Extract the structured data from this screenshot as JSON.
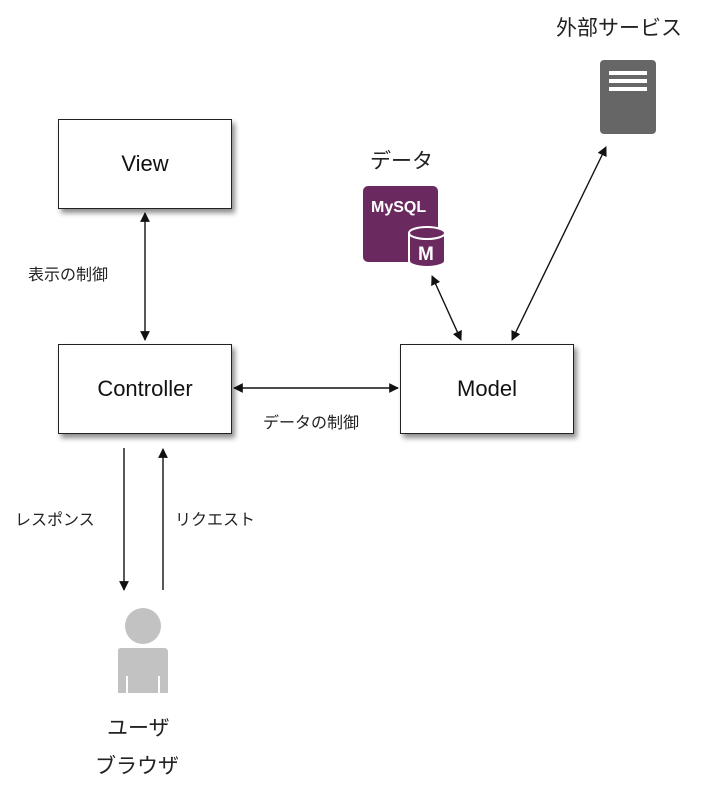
{
  "diagram": {
    "nodes": {
      "view": {
        "label": "View"
      },
      "controller": {
        "label": "Controller"
      },
      "model": {
        "label": "Model"
      },
      "database": {
        "label": "データ",
        "icon": "mysql-database-icon",
        "icon_text": "MySQL",
        "icon_badge": "M",
        "icon_color": "#6b2a5f"
      },
      "external_service": {
        "label": "外部サービス",
        "icon": "server-document-icon",
        "icon_color": "#666666"
      },
      "user": {
        "label_line1": "ユーザ",
        "label_line2": "ブラウザ",
        "icon": "user-icon",
        "icon_color": "#c2c2c2"
      }
    },
    "edges": {
      "view_controller": {
        "label": "表示の制御",
        "direction": "bidirectional"
      },
      "controller_model": {
        "label": "データの制御",
        "direction": "bidirectional"
      },
      "controller_user_response": {
        "label": "レスポンス",
        "direction": "controller-to-user"
      },
      "user_controller_request": {
        "label": "リクエスト",
        "direction": "user-to-controller"
      },
      "model_database": {
        "label": "",
        "direction": "bidirectional"
      },
      "model_external_service": {
        "label": "",
        "direction": "bidirectional"
      }
    }
  }
}
